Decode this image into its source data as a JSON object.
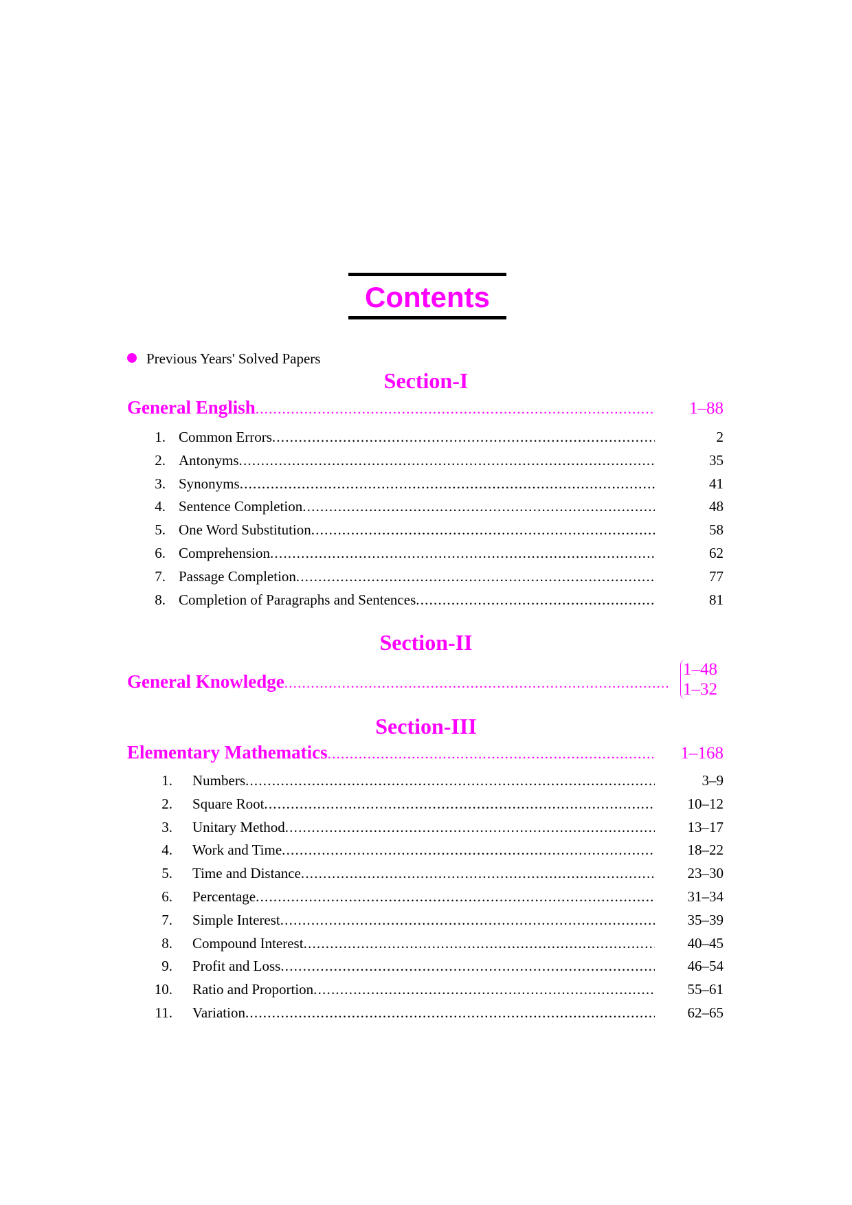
{
  "title": "Contents",
  "intro": "Previous Years' Solved Papers",
  "sections": [
    {
      "heading": "Section-I",
      "subject": "General English",
      "pages": "1–88",
      "items": [
        {
          "num": "1.",
          "label": "Common Errors",
          "page": "2"
        },
        {
          "num": "2.",
          "label": "Antonyms",
          "page": "35"
        },
        {
          "num": "3.",
          "label": "Synonyms",
          "page": "41"
        },
        {
          "num": "4.",
          "label": "Sentence Completion",
          "page": "48"
        },
        {
          "num": "5.",
          "label": "One Word Substitution",
          "page": "58"
        },
        {
          "num": "6.",
          "label": "Comprehension",
          "page": "62"
        },
        {
          "num": "7.",
          "label": "Passage Completion",
          "page": "77"
        },
        {
          "num": "8.",
          "label": "Completion of Paragraphs and Sentences",
          "page": "81"
        }
      ]
    },
    {
      "heading": "Section-II",
      "subject": "General Knowledge",
      "pages": [
        "1–48",
        "1–32"
      ]
    },
    {
      "heading": "Section-III",
      "subject": "Elementary Mathematics",
      "pages": "1–168",
      "items": [
        {
          "num": "1.",
          "label": "Numbers",
          "page": "3–9"
        },
        {
          "num": "2.",
          "label": "Square Root",
          "page": "10–12"
        },
        {
          "num": "3.",
          "label": "Unitary Method",
          "page": "13–17"
        },
        {
          "num": "4.",
          "label": "Work and Time",
          "page": "18–22"
        },
        {
          "num": "5.",
          "label": "Time and Distance",
          "page": "23–30"
        },
        {
          "num": "6.",
          "label": "Percentage",
          "page": "31–34"
        },
        {
          "num": "7.",
          "label": "Simple Interest",
          "page": "35–39"
        },
        {
          "num": "8.",
          "label": "Compound Interest",
          "page": "40–45"
        },
        {
          "num": "9.",
          "label": "Profit and Loss",
          "page": "46–54"
        },
        {
          "num": "10.",
          "label": "Ratio and Proportion",
          "page": "55–61"
        },
        {
          "num": "11.",
          "label": "Variation",
          "page": "62–65"
        }
      ]
    }
  ]
}
